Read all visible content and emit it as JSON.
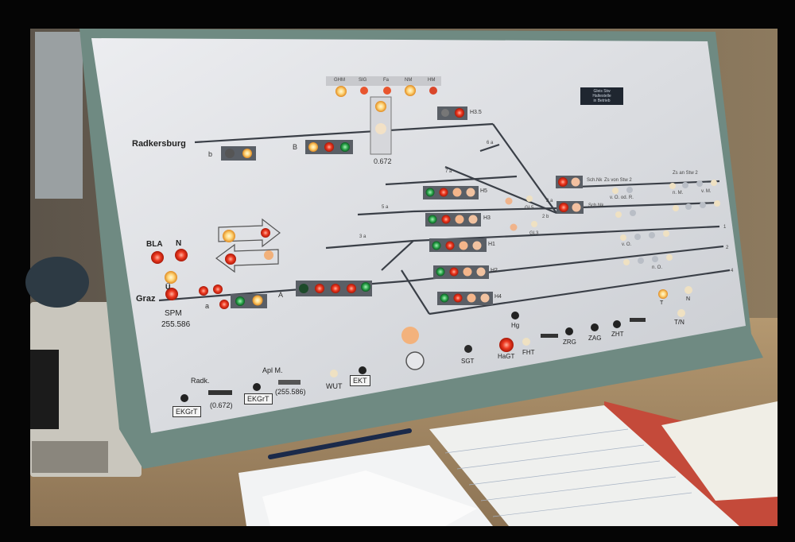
{
  "panel": {
    "station_labels": {
      "radkersburg": "Radkersburg",
      "graz": "Graz"
    },
    "indicator_top": [
      "GHM",
      "SIG",
      "Fa",
      "NM",
      "HM"
    ],
    "km_marker": "0.672",
    "spm_label": "SPM",
    "spm_value": "255.586",
    "bla": "BLA",
    "n": "N",
    "u": "Ü",
    "track_numbers": [
      "1",
      "2",
      "4"
    ],
    "signal_labels": {
      "h35": "H3.5",
      "h5": "H5",
      "h3": "H3",
      "h1": "H1",
      "h2": "H2",
      "h4": "H4",
      "gl5": "GL5",
      "gl3": "GL3",
      "b_small": "b",
      "b_big": "B",
      "a_small": "a",
      "a_big": "A"
    },
    "siding_labels": [
      "7 a",
      "5 a",
      "3 a",
      "6 a",
      "2 a",
      "2 b"
    ],
    "right_labels": {
      "zs_von": "Zs von Stw 2",
      "zs_an": "Zs an Stw 2",
      "schn1": "Sch.Nk",
      "schn2": "Sch.Nk",
      "v_o": "v. O.",
      "v_gd_r": "v. O. od. R.",
      "n_m": "n. M.",
      "v_m": "v. M.",
      "n_o": "n. O."
    },
    "bottom_controls": {
      "radk": "Radk.",
      "radk_val": "(0.672)",
      "aplm": "Apl M.",
      "aplm_val": "(255.586)",
      "ekgrt1": "EKGrT",
      "ekgrt2": "EKGrT",
      "wut": "WUT",
      "ekt": "EKT",
      "sgt": "SGT",
      "hagt": "HaGT",
      "fht": "FHT",
      "hg": "Hg",
      "zrg": "ZRG",
      "zag": "ZAG",
      "zht": "ZHT",
      "tn": "T/N",
      "t": "T",
      "n_right": "N"
    },
    "plate_text": [
      "Gleis Stw",
      "Haltestelle",
      "in Betrieb"
    ]
  },
  "colors": {
    "panel_face": "#dcdde1",
    "frame": "#6f8a82",
    "lamp_red": "#e02a18",
    "lamp_amber": "#f4a23a",
    "lamp_yellow": "#ffe79a",
    "lamp_green": "#2aa84a",
    "track_line": "#3a3f47",
    "desk": "#a88e68"
  }
}
